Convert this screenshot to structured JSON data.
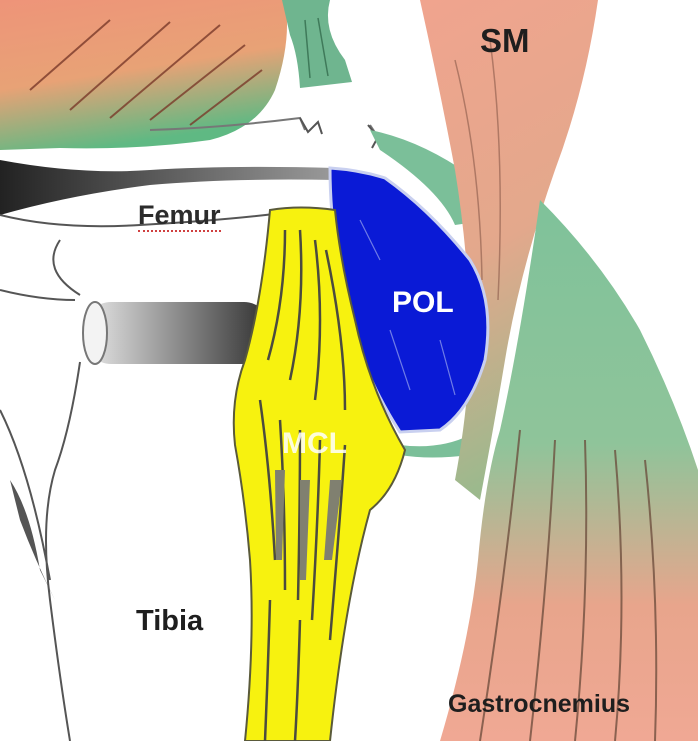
{
  "labels": {
    "femur": "Femur",
    "sm": "SM",
    "pol": "POL",
    "mcl": "MCL",
    "tibia": "Tibia",
    "gastrocnemius": "Gastrocnemius"
  },
  "colors": {
    "quad_muscle": "#e8957a",
    "quad_green": "#6ab78a",
    "tendon_green": "#7fbf9a",
    "semimembranosus": "#eda58e",
    "pol_blue": "#0a1ad6",
    "mcl_yellow": "#f7f20f",
    "bone_outline": "#555555",
    "dark_gray": "#333333"
  }
}
